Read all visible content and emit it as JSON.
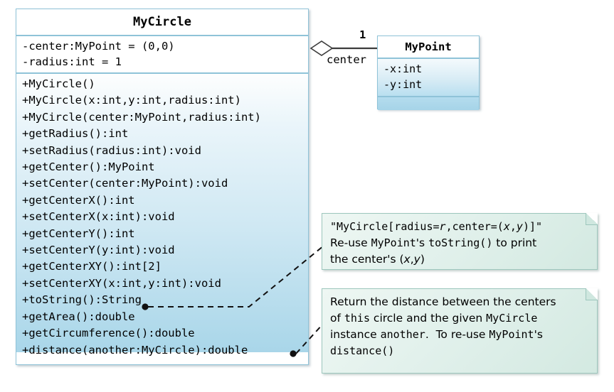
{
  "diagram": {
    "type": "uml-class-diagram",
    "classes": [
      {
        "name": "MyCircle",
        "attributes": [
          "-center:MyPoint = (0,0)",
          "-radius:int = 1"
        ],
        "operations": [
          "+MyCircle()",
          "+MyCircle(x:int,y:int,radius:int)",
          "+MyCircle(center:MyPoint,radius:int)",
          "+getRadius():int",
          "+setRadius(radius:int):void",
          "+getCenter():MyPoint",
          "+setCenter(center:MyPoint):void",
          "+getCenterX():int",
          "+setCenterX(x:int):void",
          "+getCenterY():int",
          "+setCenterY(y:int):void",
          "+getCenterXY():int[2]",
          "+setCenterXY(x:int,y:int):void",
          "+toString():String",
          "+getArea():double",
          "+getCircumference():double",
          "+distance(another:MyCircle):double"
        ]
      },
      {
        "name": "MyPoint",
        "attributes": [
          "-x:int",
          "-y:int"
        ],
        "operations": []
      }
    ],
    "association": {
      "kind": "aggregation",
      "source": "MyCircle",
      "target": "MyPoint",
      "multiplicity": "1",
      "role": "center"
    },
    "notes": [
      {
        "id": "tostring-note",
        "anchor": "+toString():String",
        "lines": [
          "\"MyCircle[radius=r,center=(x,y)]\"",
          "Re-use MyPoint's toString() to print",
          "the center's (x,y)"
        ]
      },
      {
        "id": "distance-note",
        "anchor": "+distance(another:MyCircle):double",
        "lines": [
          "Return the distance between the centers",
          "of this circle and the given MyCircle",
          "instance another.  To re-use MyPoint's",
          "distance()"
        ]
      }
    ]
  },
  "colors": {
    "class_border": "#8fc3d8",
    "class_body_blue": "#a9d6e9",
    "note_border": "#9dc7bd",
    "note_fill": "#e2f1ec",
    "line": "#3c3c3c"
  }
}
